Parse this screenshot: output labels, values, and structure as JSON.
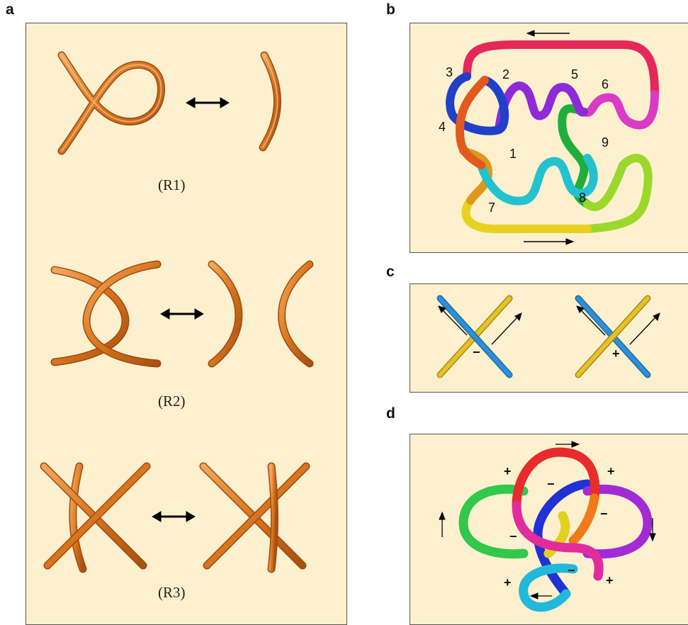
{
  "panels": {
    "a": {
      "letter": "a",
      "moves": [
        {
          "label": "(R1)"
        },
        {
          "label": "(R2)"
        },
        {
          "label": "(R3)"
        }
      ]
    },
    "b": {
      "letter": "b",
      "crossing_numbers": [
        "1",
        "2",
        "3",
        "4",
        "5",
        "6",
        "7",
        "8",
        "9"
      ]
    },
    "c": {
      "letter": "c",
      "crossings": [
        {
          "sign": "−"
        },
        {
          "sign": "+"
        }
      ]
    },
    "d": {
      "letter": "d",
      "crossing_signs": [
        "+",
        "+",
        "−",
        "−",
        "−",
        "+",
        "−",
        "+"
      ]
    }
  },
  "colors": {
    "panel_bg": "#fdf0cf",
    "tube_orange": "#d9741e",
    "tube_blue": "#2f8fd6",
    "tube_yellow": "#e6c12a"
  }
}
